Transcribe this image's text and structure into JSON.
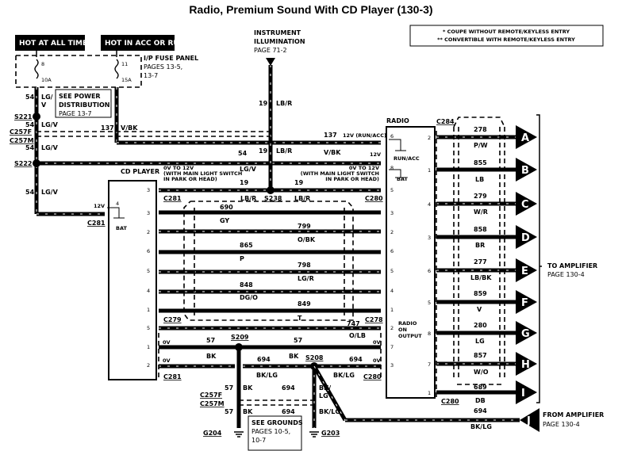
{
  "title": "Radio, Premium Sound With CD Player (130-3)",
  "legend": {
    "line1": "* COUPE WITHOUT REMOTE/KEYLESS ENTRY",
    "line2": "** CONVERTIBLE WITH REMOTE/KEYLESS ENTRY"
  },
  "labels": {
    "hot_all": "HOT AT ALL TIMES",
    "hot_acc": "HOT IN ACC OR RUN",
    "fuse8": "8",
    "fuse10a": "10A",
    "fuse11": "11",
    "fuse15a": "15A",
    "ipfuse": "I/P FUSE PANEL",
    "ipfuse_p1": "PAGES 13-5,",
    "ipfuse_p2": "13-7",
    "inst1": "INSTRUMENT",
    "inst2": "ILLUMINATION",
    "inst3": "PAGE 71-2",
    "pd1": "SEE POWER",
    "pd2": "DISTRIBUTION",
    "pd3": "PAGE 13-7",
    "w54a": "54",
    "lgv_a1": "LG/",
    "lgv_a2": "V",
    "s221": "S221",
    "w54b": "54",
    "lgv_b": "LG/V",
    "c257f": "C257F",
    "c257m": "C257M",
    "w54c": "54",
    "lgv_c": "LG/V",
    "s222": "S222",
    "w54d": "54",
    "lgv_d": "LG/V",
    "c281_cd4": "C281",
    "v12_cd": "12V",
    "pin4_cd": "4",
    "bat_cd": "BAT",
    "w137a": "137",
    "vbk_a": "V/BK",
    "w19a": "19",
    "lbr_a": "LB/R",
    "w54e": "54",
    "w19b": "19",
    "lbr_b": "LB/R",
    "w137b": "137",
    "runacc_v": "12V (RUN/ACC)",
    "vbk_b": "V/BK",
    "v12_b": "12V",
    "lgv_e": "LG/V",
    "cdplayer": "CD PLAYER",
    "ov1a": "0V TO 12V",
    "ov1b": "(WITH MAIN LIGHT SWITCH",
    "ov1c": "IN PARK OR HEAD)",
    "ov2a": "0V TO 12V",
    "ov2b": "(WITH MAIN LIGHT SWITCH",
    "ov2c": "IN PARK OR HEAD)",
    "w19c": "19",
    "w19d": "19",
    "c281a": "C281",
    "lbr_c": "LB/R",
    "s238": "S238",
    "lbr_d": "LB/R",
    "c280a": "C280",
    "w690": "690",
    "gy": "GY",
    "w799": "799",
    "obk": "O/BK",
    "w865": "865",
    "p": "P",
    "w798": "798",
    "lgr": "LG/R",
    "w848": "848",
    "dgo": "DG/O",
    "w849": "849",
    "t": "T",
    "c279": "C279",
    "c278": "C278",
    "w747": "747",
    "olb": "O/LB",
    "ov3": "0V",
    "w57a": "57",
    "s209": "S209",
    "w57b": "57",
    "ov4": "0V",
    "bk_a": "BK",
    "ov5": "0V",
    "w694a": "694",
    "bk_b": "BK",
    "s208": "S208",
    "w694b": "694",
    "ov6": "0V",
    "c281b": "C281",
    "bklg_a": "BK/LG",
    "bklg_b": "BK/LG",
    "c280b": "C280",
    "w57c": "57",
    "bk_c": "BK",
    "c257f2": "C257F",
    "c257m2": "C257M",
    "w57d": "57",
    "bk_d": "BK",
    "w694c": "694",
    "bklg_c1": "BK/",
    "bklg_c2": "LG",
    "w694d": "694",
    "bklg_d": "BK/LG",
    "g204": "G204",
    "g203": "G203",
    "gr1": "SEE GROUNDS",
    "gr2": "PAGES 10-5,",
    "gr3": "10-7",
    "radio": "RADIO",
    "rp6": "6",
    "runacc": "RUN/ACC",
    "rp8": "8",
    "bat_r": "BAT",
    "rp5": "5",
    "rl3": "3",
    "rl2": "2",
    "rl6": "6",
    "rl5": "5",
    "rl4": "4",
    "rl1": "1",
    "rl2b": "2",
    "rl7": "7",
    "rl3b": "3",
    "rout1": "RADIO",
    "rout2": "ON",
    "rout3": "OUTPUT",
    "cp3a": "3",
    "cp3b": "3",
    "cp2": "2",
    "cp6": "6",
    "cp5": "5",
    "cp4": "4",
    "cp1": "1",
    "cp5b": "5",
    "cp1b": "1",
    "cp2b": "2",
    "rr2": "2",
    "rr1": "1",
    "rr4": "4",
    "rr3": "3",
    "rr6": "6",
    "rr5": "5",
    "rr8": "8",
    "rr7": "7",
    "rr1b": "1",
    "c284": "C284",
    "w278": "278",
    "pw": "P/W",
    "w855": "855",
    "lb": "LB",
    "w279": "279",
    "wr": "W/R",
    "w858": "858",
    "br": "BR",
    "w277": "277",
    "lbbk": "LB/BK",
    "w859": "859",
    "v": "V",
    "w280": "280",
    "lg": "LG",
    "w857": "857",
    "wo": "W/O",
    "w689": "689",
    "db": "DB",
    "w694e": "694",
    "bklg_e": "BK/LG",
    "c280c": "C280",
    "toamp1": "TO AMPLIFIER",
    "toamp2": "PAGE 130-4",
    "fromamp1": "FROM AMPLIFIER",
    "fromamp2": "PAGE 130-4"
  },
  "connectors": [
    "A",
    "B",
    "C",
    "D",
    "E",
    "F",
    "G",
    "H",
    "I",
    "J"
  ]
}
